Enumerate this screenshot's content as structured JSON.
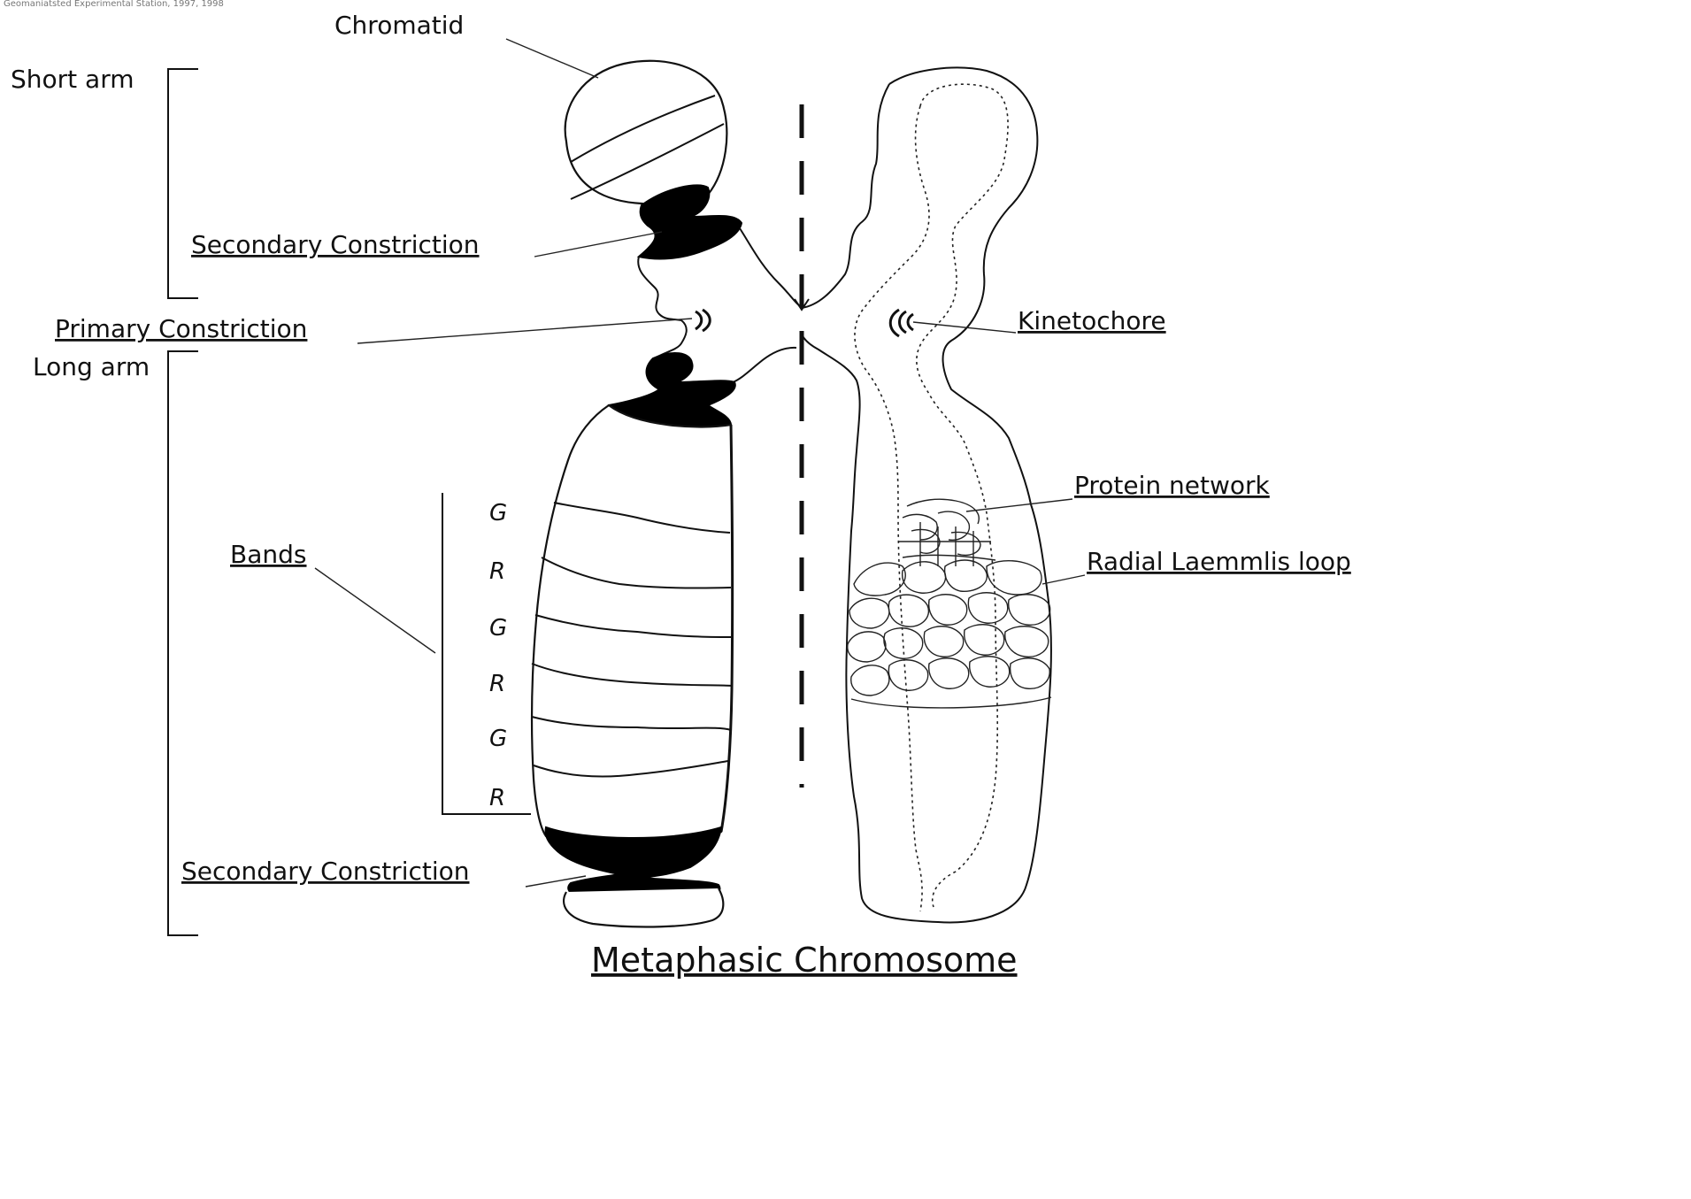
{
  "credit": "Geomaniatsted Experimental Station, 1997, 1998",
  "title": "Metaphasic Chromosome",
  "labels": {
    "chromatid": "Chromatid",
    "short_arm": "Short arm",
    "long_arm": "Long arm",
    "secondary_constriction_top": "Secondary Constriction",
    "primary_constriction": "Primary Constriction",
    "bands": "Bands",
    "secondary_constriction_bottom": "Secondary Constriction",
    "kinetochore": "Kinetochore",
    "protein_network": "Protein network",
    "radial_loop": "Radial Laemmlis loop"
  },
  "band_letters": [
    "G",
    "R",
    "G",
    "R",
    "G",
    "R"
  ]
}
